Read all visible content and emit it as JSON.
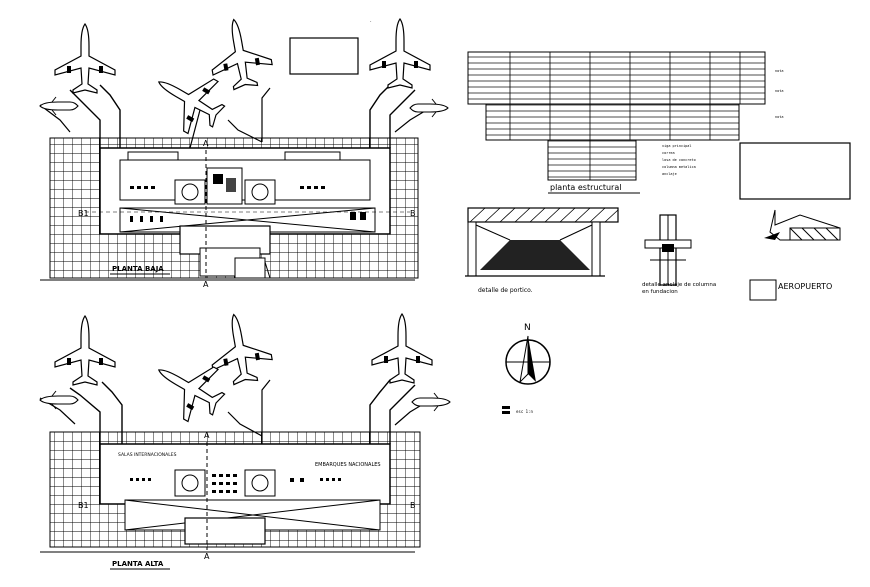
{
  "labels": {
    "planta_baja": "PLANTA BAJA",
    "planta_alta": "PLANTA ALTA",
    "planta_estructural": "planta estructural",
    "detalle_portico": "detalle de portico.",
    "detalle_anclaje_1": "detalle anclaje de columna",
    "detalle_anclaje_2": "en fundacion",
    "aeropuerto": "AEROPUERTO",
    "north": "N",
    "section_a": "A",
    "section_b": "B",
    "section_b1": "B1",
    "salas_internacionales": "SALAS INTERNACIONALES",
    "embarques_nacionales": "EMBARQUES NACIONALES",
    "scale_note": "esc 1:n"
  },
  "legend": {
    "struct_notes": [
      "viga principal",
      "correa",
      "losa de concreto",
      "columna metalica",
      "anclaje"
    ],
    "right_notes": [
      "nota",
      "nota",
      "nota"
    ]
  }
}
